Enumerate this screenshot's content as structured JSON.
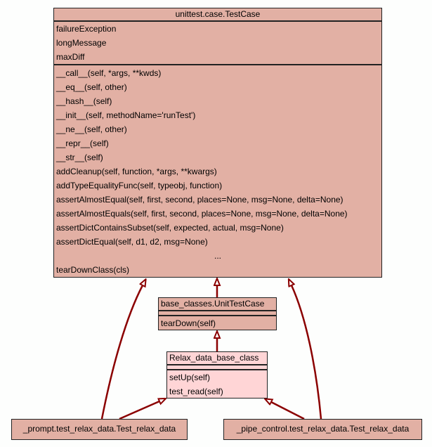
{
  "classes": {
    "testcase": {
      "name": "unittest.case.TestCase",
      "attributes": [
        "failureException",
        "longMessage",
        "maxDiff"
      ],
      "methods": [
        "__call__(self, *args, **kwds)",
        "__eq__(self, other)",
        "__hash__(self)",
        "__init__(self, methodName='runTest')",
        "__ne__(self, other)",
        "__repr__(self)",
        "__str__(self)",
        "addCleanup(self, function, *args, **kwargs)",
        "addTypeEqualityFunc(self, typeobj, function)",
        "assertAlmostEqual(self, first, second, places=None, msg=None, delta=None)",
        "assertAlmostEquals(self, first, second, places=None, msg=None, delta=None)",
        "assertDictContainsSubset(self, expected, actual, msg=None)",
        "assertDictEqual(self, d1, d2, msg=None)"
      ],
      "ellipsis": "...",
      "last_method": "tearDownClass(cls)"
    },
    "unittestcase": {
      "name": "base_classes.UnitTestCase",
      "methods": [
        "tearDown(self)"
      ]
    },
    "relax_base": {
      "name": "Relax_data_base_class",
      "methods": [
        "setUp(self)",
        "test_read(self)"
      ]
    },
    "prompt": {
      "name": "_prompt.test_relax_data.Test_relax_data"
    },
    "pipe_control": {
      "name": "_pipe_control.test_relax_data.Test_relax_data"
    }
  },
  "colors": {
    "class_fill": "#e2b0a4",
    "highlight_fill": "#ffd5d6",
    "edge": "#8b0000"
  }
}
